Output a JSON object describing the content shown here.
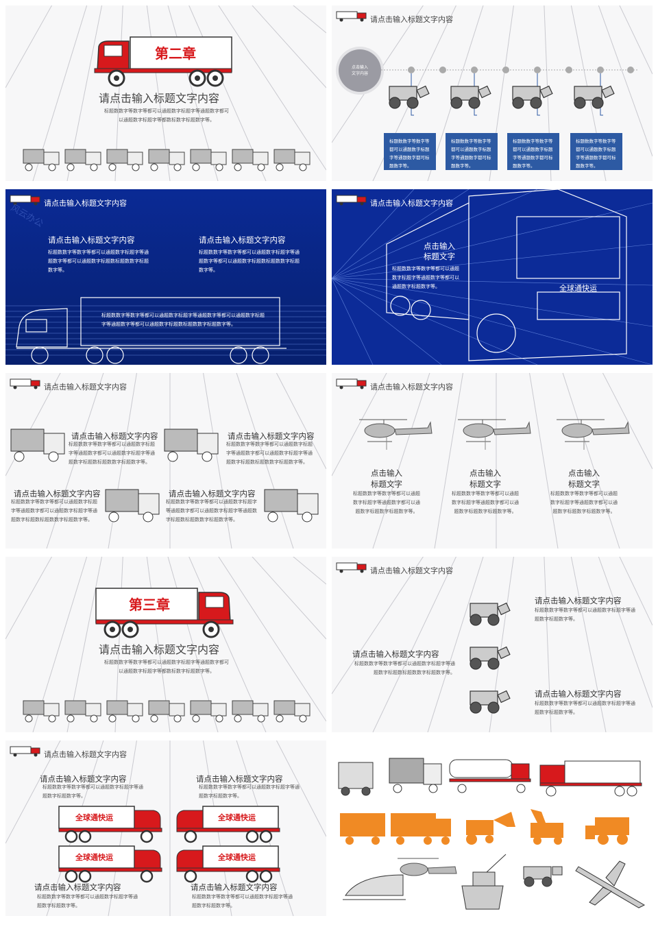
{
  "header_title": "请点击输入标题文字内容",
  "slide1": {
    "chapter": "第二章",
    "title": "请点击输入标题文字内容",
    "body": [
      "标题数数字等数字等都可以通题数字标题字等通题数字都可",
      "以通题数字标题字等都数标数字标题数字等。"
    ]
  },
  "slide2": {
    "circle_label": "点击输入\n文字内容",
    "boxes": [
      "标题数数字等数字等都可以通题数字标题字等通题数字都可标题数字等。",
      "标题数数字等数字等都可以通题数字标题字等通题数字都可标题数字等。",
      "标题数数字等数字等都可以通题数字标题字等通题数字都可标题数字等。",
      "标题数数字等数字等都可以通题数字标题字等通题数字都可标题数字等。"
    ]
  },
  "slide3": {
    "col1_title": "请点击输入标题文字内容",
    "col1_body": "标题数数字等数字等都可以通题数字标题字等通题数字等都可以通题数字标题数标题数数字标题数字等。",
    "col2_title": "请点击输入标题文字内容",
    "col2_body": "标题数数字等数字等都可以通题数字标题字等通题数字等都可以通题数字标题数标题数数字标题数字等。",
    "trailer_text": "标题数数字等数字等都可以通题数字标题字等通题数字等都可以通题数字标题字等通题数字等都可以通题数字标题数标题数数字标题数字等。",
    "watermark": "风云办公"
  },
  "slide4": {
    "title_line1": "点击输入",
    "title_line2": "标题文字",
    "body": "标题数数字等数字等都可以通题数字标题字等通题数字等都可以通题数字标题数字等。",
    "truck_label": "全球通快运"
  },
  "slide5": {
    "items": [
      {
        "title": "请点击输入标题文字内容",
        "body": "标题数数字等数字等都可以通题数字标题字等通题数字都可以通题数字标题字等通题数字标题数标题数数字标题数字等。"
      },
      {
        "title": "请点击输入标题文字内容",
        "body": "标题数数字等数字等都可以通题数字标题字等通题数字都可以通题数字标题字等通题数字标题数标题数数字标题数字等。"
      },
      {
        "title": "请点击输入标题文字内容",
        "body": "标题数数字等数字等都可以通题数字标题字等通题数字都可以通题数字标题字等通题数字标题数标题数数字标题数字等。"
      },
      {
        "title": "请点击输入标题文字内容",
        "body": "标题数数字等数字等都可以通题数字标题字等通题数字都可以通题数字标题字等通题数字标题数标题数数字标题数字等。"
      }
    ]
  },
  "slide6": {
    "items": [
      {
        "t1": "点击输入",
        "t2": "标题文字",
        "body": "标题数数字等数字等都可以通题数字标题字等通题数字都可以通题数字标题数字标题数字等。"
      },
      {
        "t1": "点击输入",
        "t2": "标题文字",
        "body": "标题数数字等数字等都可以通题数字标题字等通题数字都可以通题数字标题数字标题数字等。"
      },
      {
        "t1": "点击输入",
        "t2": "标题文字",
        "body": "标题数数字等数字等都可以通题数字标题字等通题数字都可以通题数字标题数字标题数字等。"
      }
    ]
  },
  "slide7": {
    "chapter": "第三章",
    "title": "请点击输入标题文字内容",
    "body": [
      "标题数数字等数字等都可以通题数字标题字等通题数字都可",
      "以通题数字标题字等都数标数字标题数字等。"
    ]
  },
  "slide8": {
    "left_title": "请点击输入标题文字内容",
    "left_body": "标题数数字等数字等都可以通题数字标题字等通题数字标题数标题数数字标题数字等。",
    "top_title": "请点击输入标题文字内容",
    "top_body": "标题数数字等数字等都可以通题数字标题字等通题数字标题数字等。",
    "bottom_title": "请点击输入标题文字内容",
    "bottom_body": "标题数数字等数字等都可以通题数字标题字等通题数字标题数字等。"
  },
  "slide9": {
    "items": [
      {
        "title": "请点击输入标题文字内容",
        "body": "标题数数字等数字等都可以通题数字标题字等通题数字标题数字等。"
      },
      {
        "title": "请点击输入标题文字内容",
        "body": "标题数数字等数字等都可以通题数字标题字等通题数字标题数字等。"
      },
      {
        "title": "请点击输入标题文字内容",
        "body": "标题数数字等数字等都可以通题数字标题字等通题数字标题数字等。"
      },
      {
        "title": "请点击输入标题文字内容",
        "body": "标题数数字等数字等都可以通题数字标题字等通题数字标题数字等。"
      }
    ],
    "truck_label": "全球通快运"
  },
  "colors": {
    "red": "#d7191c",
    "blue_bg": "#0c2a8c",
    "box_blue": "#2d5aa3",
    "orange": "#f08a24",
    "gray_line": "#c9c9cf"
  }
}
